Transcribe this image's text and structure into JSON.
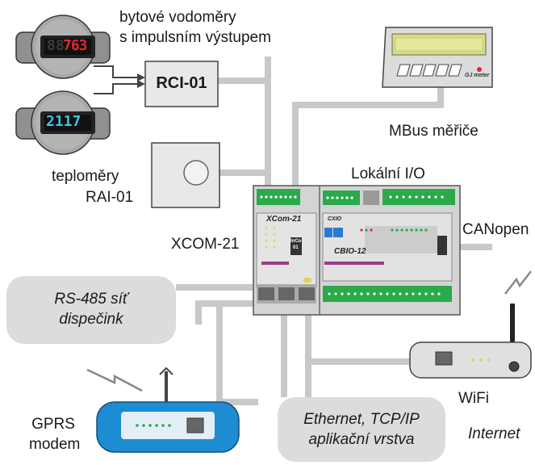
{
  "labels": {
    "water_meters_line1": "bytové vodoměry",
    "water_meters_line2": "s impulsním výstupem",
    "rci": "RCI-01",
    "mbus": "MBus měřiče",
    "thermo_line1": "teploměry",
    "thermo_line2": "RAI-01",
    "local_io": "Lokální I/O",
    "xcom": "XCOM-21",
    "canopen": "CANopen",
    "wifi": "WiFi",
    "gprs_line1": "GPRS",
    "gprs_line2": "modem",
    "internet": "Internet"
  },
  "bubbles": {
    "rs485_line1": "RS-485 síť",
    "rs485_line2": "dispečink",
    "ethernet_line1": "Ethernet, TCP/IP",
    "ethernet_line2": "aplikační vrstva"
  },
  "meter_displays": {
    "meter1": "763",
    "meter1_ghost": "88",
    "meter2": "2117"
  },
  "mbus_device": {
    "brand": "GJ meter"
  },
  "module_labels": {
    "xcom": "XCom-21",
    "cxio": "CXIO",
    "cbio": "CBIO-12",
    "inco_line1": "InCo",
    "inco_line2": "01"
  },
  "colors": {
    "bus_gray": "#c8c8c8",
    "bubble_gray": "#dcdcdc",
    "terminal_green": "#2aaa4a",
    "red_display": "#e8242a",
    "cyan_display": "#3fc4e8",
    "device_blue": "#1e8cd2"
  }
}
